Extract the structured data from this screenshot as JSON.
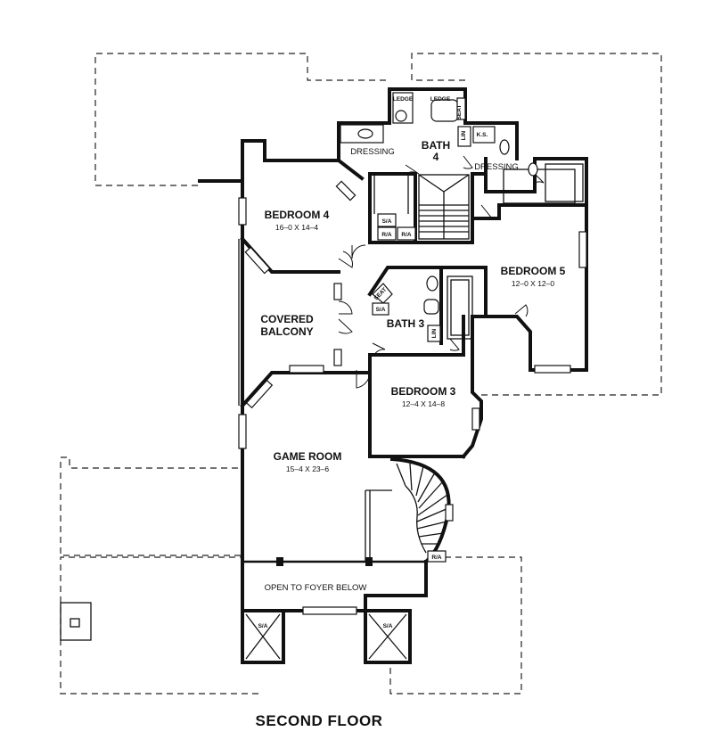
{
  "rooms": {
    "bedroom4": {
      "name": "BEDROOM 4",
      "size": "16–0 X 14–4"
    },
    "bedroom5": {
      "name": "BEDROOM 5",
      "size": "12–0 X 12–0"
    },
    "bedroom3": {
      "name": "BEDROOM 3",
      "size": "12–4 X 14–8"
    },
    "game_room": {
      "name": "GAME ROOM",
      "size": "15–4 X 23–6"
    },
    "covered_balcony": {
      "line1": "COVERED",
      "line2": "BALCONY"
    },
    "bath4": {
      "line1": "BATH",
      "line2": "4"
    },
    "bath3": {
      "name": "BATH 3"
    },
    "dressing_left": "DRESSING",
    "dressing_right": "DRESSING",
    "open_to_foyer": "OPEN TO FOYER BELOW"
  },
  "fixtures": {
    "ledge_left": "LEDGE",
    "ledge_right": "LEDGE",
    "seat": "SEAT",
    "lin_bath4": "LIN",
    "ks": "K.S.",
    "sa_b4": "S/A",
    "ra_b4_left": "R/A",
    "ra_b4_right": "R/A",
    "sa_b3": "S/A",
    "seat_b3": "SEAT",
    "lin_b3": "LIN",
    "ra_stair": "R/A",
    "sa_chase_left": "S/A",
    "sa_chase_right": "S/A"
  },
  "caption": "SECOND FLOOR"
}
